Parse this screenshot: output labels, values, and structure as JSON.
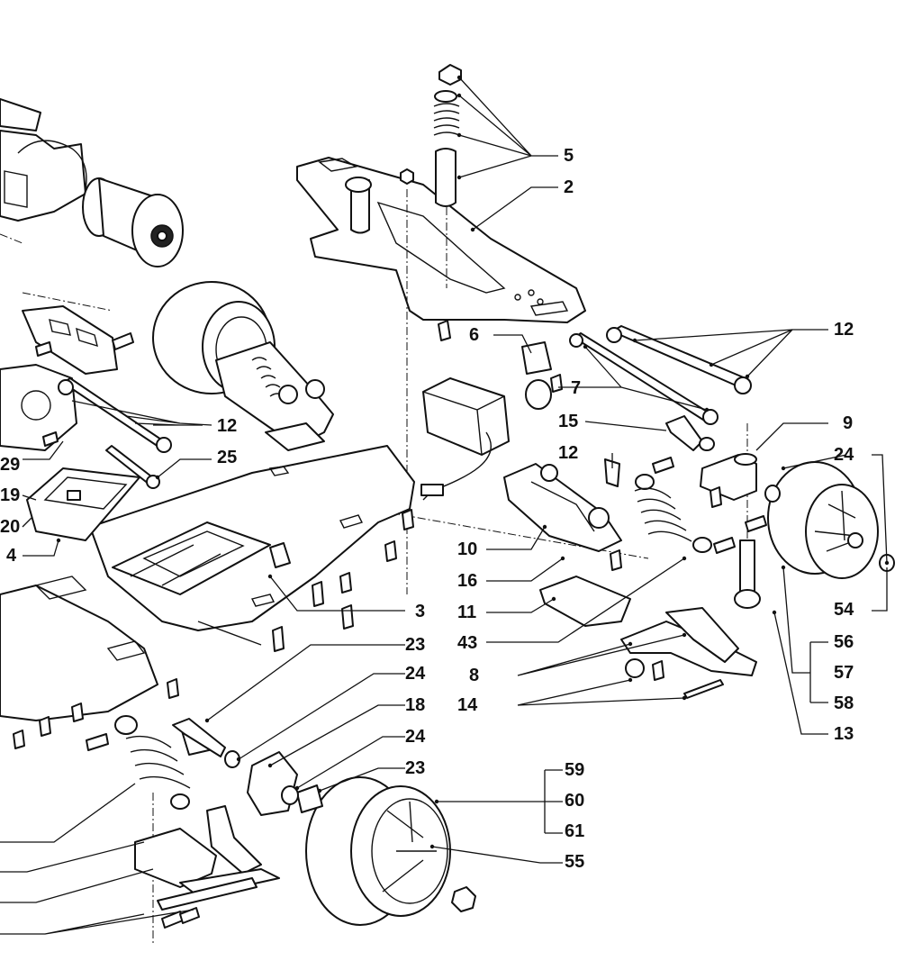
{
  "callouts": {
    "c5": "5",
    "c2": "2",
    "c12a": "12",
    "c6": "6",
    "c7": "7",
    "c9": "9",
    "c15": "15",
    "c12b": "12",
    "c24a": "24",
    "c12c": "12",
    "c25": "25",
    "c29": "29",
    "c19": "19",
    "c20": "20",
    "c4": "4",
    "c10": "10",
    "c16": "16",
    "c3": "3",
    "c11": "11",
    "c43": "43",
    "c54": "54",
    "c56": "56",
    "c57": "57",
    "c58": "58",
    "c23a": "23",
    "c8": "8",
    "c24b": "24",
    "c14": "14",
    "c13": "13",
    "c18": "18",
    "c24c": "24",
    "c23b": "23",
    "c59": "59",
    "c60": "60",
    "c61": "61",
    "c55": "55"
  },
  "colors": {
    "ink": "#111111",
    "paper": "#ffffff"
  }
}
